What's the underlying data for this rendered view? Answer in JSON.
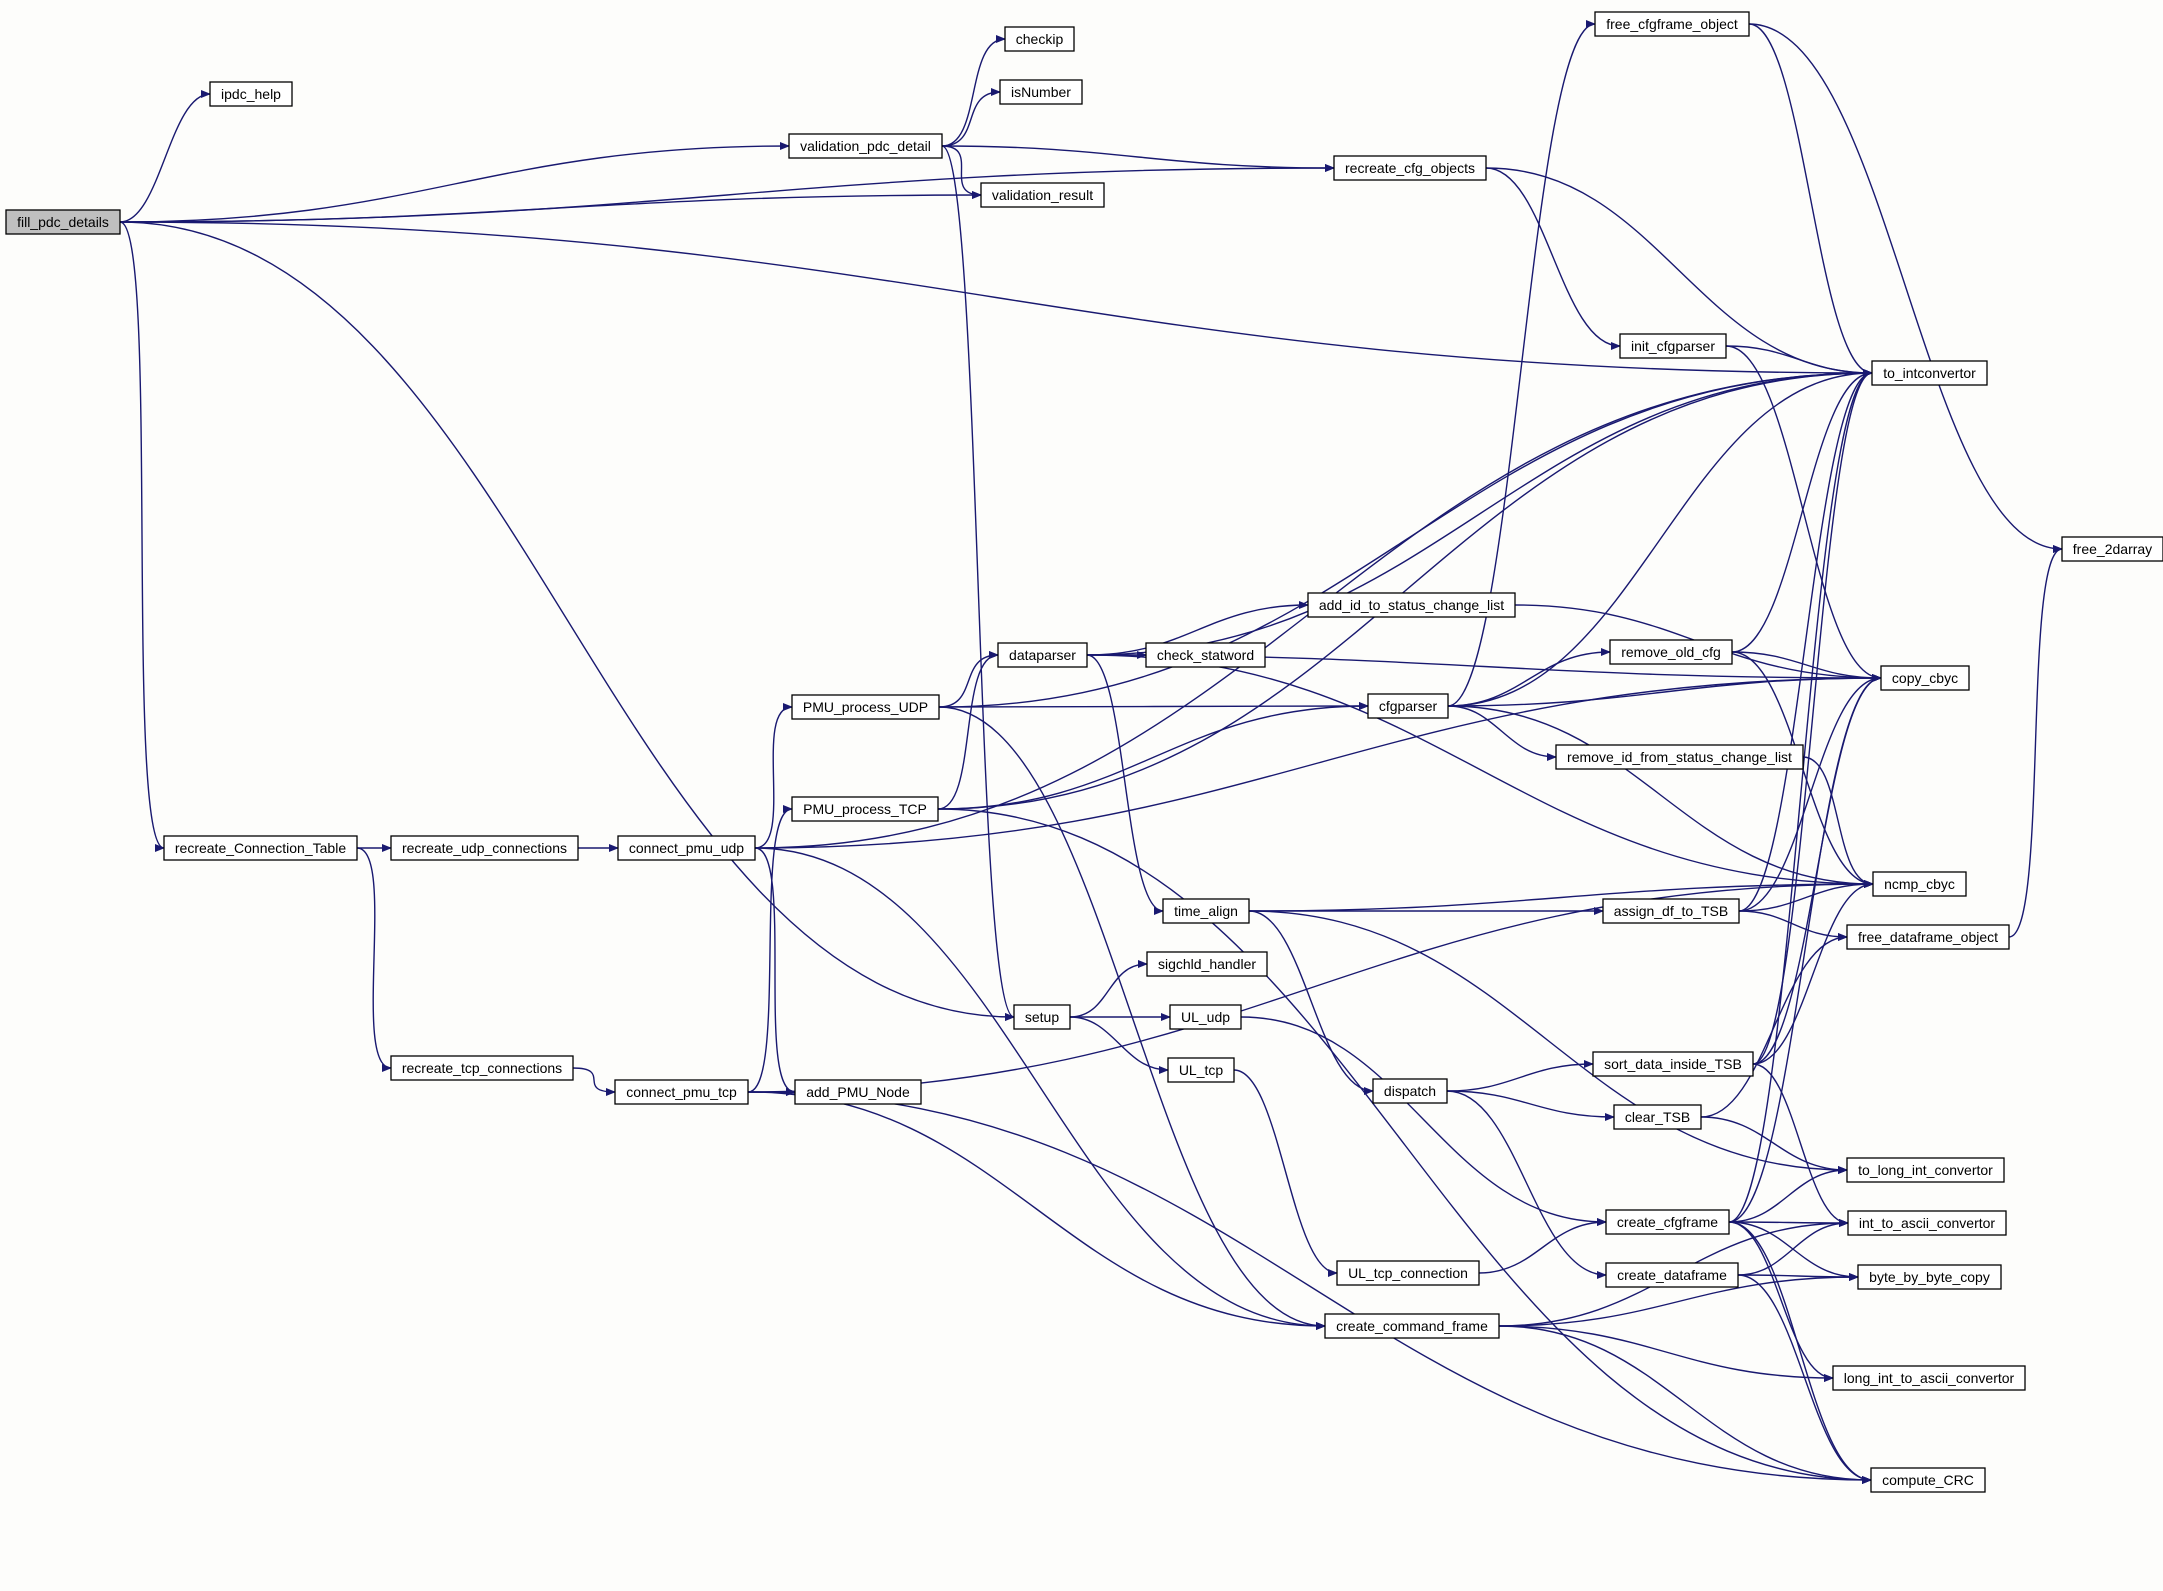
{
  "diagram": {
    "type": "call-graph",
    "colors": {
      "edge": "#191970",
      "node_fill": "#ffffff",
      "root_fill": "#bfbfbf",
      "node_border": "#000000",
      "background": "#fdfdfb"
    },
    "root": "fill_pdc_details",
    "nodes": [
      {
        "id": "fill_pdc_details",
        "label": "fill_pdc_details"
      },
      {
        "id": "ipdc_help",
        "label": "ipdc_help"
      },
      {
        "id": "validation_pdc_detail",
        "label": "validation_pdc_detail"
      },
      {
        "id": "checkip",
        "label": "checkip"
      },
      {
        "id": "isNumber",
        "label": "isNumber"
      },
      {
        "id": "validation_result",
        "label": "validation_result"
      },
      {
        "id": "recreate_cfg_objects",
        "label": "recreate_cfg_objects"
      },
      {
        "id": "free_cfgframe_object",
        "label": "free_cfgframe_object"
      },
      {
        "id": "init_cfgparser",
        "label": "init_cfgparser"
      },
      {
        "id": "to_intconvertor",
        "label": "to_intconvertor"
      },
      {
        "id": "free_2darray",
        "label": "free_2darray"
      },
      {
        "id": "add_id_to_status_change_list",
        "label": "add_id_to_status_change_list"
      },
      {
        "id": "dataparser",
        "label": "dataparser"
      },
      {
        "id": "check_statword",
        "label": "check_statword"
      },
      {
        "id": "remove_old_cfg",
        "label": "remove_old_cfg"
      },
      {
        "id": "copy_cbyc",
        "label": "copy_cbyc"
      },
      {
        "id": "PMU_process_UDP",
        "label": "PMU_process_UDP"
      },
      {
        "id": "cfgparser",
        "label": "cfgparser"
      },
      {
        "id": "remove_id_from_status_change_list",
        "label": "remove_id_from_status_change_list"
      },
      {
        "id": "PMU_process_TCP",
        "label": "PMU_process_TCP"
      },
      {
        "id": "recreate_Connection_Table",
        "label": "recreate_Connection_Table"
      },
      {
        "id": "recreate_udp_connections",
        "label": "recreate_udp_connections"
      },
      {
        "id": "connect_pmu_udp",
        "label": "connect_pmu_udp"
      },
      {
        "id": "ncmp_cbyc",
        "label": "ncmp_cbyc"
      },
      {
        "id": "time_align",
        "label": "time_align"
      },
      {
        "id": "assign_df_to_TSB",
        "label": "assign_df_to_TSB"
      },
      {
        "id": "free_dataframe_object",
        "label": "free_dataframe_object"
      },
      {
        "id": "sigchld_handler",
        "label": "sigchld_handler"
      },
      {
        "id": "setup",
        "label": "setup"
      },
      {
        "id": "UL_udp",
        "label": "UL_udp"
      },
      {
        "id": "UL_tcp",
        "label": "UL_tcp"
      },
      {
        "id": "sort_data_inside_TSB",
        "label": "sort_data_inside_TSB"
      },
      {
        "id": "recreate_tcp_connections",
        "label": "recreate_tcp_connections"
      },
      {
        "id": "connect_pmu_tcp",
        "label": "connect_pmu_tcp"
      },
      {
        "id": "add_PMU_Node",
        "label": "add_PMU_Node"
      },
      {
        "id": "dispatch",
        "label": "dispatch"
      },
      {
        "id": "clear_TSB",
        "label": "clear_TSB"
      },
      {
        "id": "to_long_int_convertor",
        "label": "to_long_int_convertor"
      },
      {
        "id": "create_cfgframe",
        "label": "create_cfgframe"
      },
      {
        "id": "int_to_ascii_convertor",
        "label": "int_to_ascii_convertor"
      },
      {
        "id": "UL_tcp_connection",
        "label": "UL_tcp_connection"
      },
      {
        "id": "create_dataframe",
        "label": "create_dataframe"
      },
      {
        "id": "byte_by_byte_copy",
        "label": "byte_by_byte_copy"
      },
      {
        "id": "create_command_frame",
        "label": "create_command_frame"
      },
      {
        "id": "long_int_to_ascii_convertor",
        "label": "long_int_to_ascii_convertor"
      },
      {
        "id": "compute_CRC",
        "label": "compute_CRC"
      }
    ],
    "edges": [
      [
        "fill_pdc_details",
        "ipdc_help"
      ],
      [
        "fill_pdc_details",
        "validation_pdc_detail"
      ],
      [
        "fill_pdc_details",
        "validation_result"
      ],
      [
        "fill_pdc_details",
        "recreate_cfg_objects"
      ],
      [
        "fill_pdc_details",
        "to_intconvertor"
      ],
      [
        "fill_pdc_details",
        "recreate_Connection_Table"
      ],
      [
        "fill_pdc_details",
        "setup"
      ],
      [
        "validation_pdc_detail",
        "checkip"
      ],
      [
        "validation_pdc_detail",
        "isNumber"
      ],
      [
        "validation_pdc_detail",
        "validation_result"
      ],
      [
        "validation_pdc_detail",
        "recreate_cfg_objects"
      ],
      [
        "validation_pdc_detail",
        "setup"
      ],
      [
        "recreate_cfg_objects",
        "to_intconvertor"
      ],
      [
        "recreate_cfg_objects",
        "init_cfgparser"
      ],
      [
        "free_cfgframe_object",
        "to_intconvertor"
      ],
      [
        "free_cfgframe_object",
        "free_2darray"
      ],
      [
        "init_cfgparser",
        "to_intconvertor"
      ],
      [
        "init_cfgparser",
        "copy_cbyc"
      ],
      [
        "recreate_Connection_Table",
        "recreate_udp_connections"
      ],
      [
        "recreate_Connection_Table",
        "recreate_tcp_connections"
      ],
      [
        "recreate_udp_connections",
        "connect_pmu_udp"
      ],
      [
        "recreate_tcp_connections",
        "connect_pmu_tcp"
      ],
      [
        "connect_pmu_udp",
        "to_intconvertor"
      ],
      [
        "connect_pmu_udp",
        "copy_cbyc"
      ],
      [
        "connect_pmu_udp",
        "PMU_process_UDP"
      ],
      [
        "connect_pmu_udp",
        "add_PMU_Node"
      ],
      [
        "connect_pmu_udp",
        "create_command_frame"
      ],
      [
        "connect_pmu_tcp",
        "PMU_process_TCP"
      ],
      [
        "connect_pmu_tcp",
        "add_PMU_Node"
      ],
      [
        "connect_pmu_tcp",
        "ncmp_cbyc"
      ],
      [
        "connect_pmu_tcp",
        "create_command_frame"
      ],
      [
        "connect_pmu_tcp",
        "compute_CRC"
      ],
      [
        "PMU_process_UDP",
        "to_intconvertor"
      ],
      [
        "PMU_process_UDP",
        "dataparser"
      ],
      [
        "PMU_process_UDP",
        "cfgparser"
      ],
      [
        "PMU_process_UDP",
        "create_command_frame"
      ],
      [
        "PMU_process_TCP",
        "to_intconvertor"
      ],
      [
        "PMU_process_TCP",
        "dataparser"
      ],
      [
        "PMU_process_TCP",
        "cfgparser"
      ],
      [
        "PMU_process_TCP",
        "compute_CRC"
      ],
      [
        "dataparser",
        "to_intconvertor"
      ],
      [
        "dataparser",
        "copy_cbyc"
      ],
      [
        "dataparser",
        "add_id_to_status_change_list"
      ],
      [
        "dataparser",
        "check_statword"
      ],
      [
        "dataparser",
        "ncmp_cbyc"
      ],
      [
        "dataparser",
        "time_align"
      ],
      [
        "add_id_to_status_change_list",
        "copy_cbyc"
      ],
      [
        "cfgparser",
        "free_cfgframe_object"
      ],
      [
        "cfgparser",
        "to_intconvertor"
      ],
      [
        "cfgparser",
        "remove_old_cfg"
      ],
      [
        "cfgparser",
        "copy_cbyc"
      ],
      [
        "cfgparser",
        "remove_id_from_status_change_list"
      ],
      [
        "cfgparser",
        "ncmp_cbyc"
      ],
      [
        "remove_old_cfg",
        "to_intconvertor"
      ],
      [
        "remove_old_cfg",
        "copy_cbyc"
      ],
      [
        "remove_old_cfg",
        "ncmp_cbyc"
      ],
      [
        "remove_id_from_status_change_list",
        "ncmp_cbyc"
      ],
      [
        "time_align",
        "assign_df_to_TSB"
      ],
      [
        "time_align",
        "ncmp_cbyc"
      ],
      [
        "time_align",
        "dispatch"
      ],
      [
        "time_align",
        "to_long_int_convertor"
      ],
      [
        "assign_df_to_TSB",
        "to_intconvertor"
      ],
      [
        "assign_df_to_TSB",
        "copy_cbyc"
      ],
      [
        "assign_df_to_TSB",
        "ncmp_cbyc"
      ],
      [
        "assign_df_to_TSB",
        "free_dataframe_object"
      ],
      [
        "free_dataframe_object",
        "free_2darray"
      ],
      [
        "setup",
        "sigchld_handler"
      ],
      [
        "setup",
        "UL_udp"
      ],
      [
        "setup",
        "UL_tcp"
      ],
      [
        "UL_udp",
        "create_cfgframe"
      ],
      [
        "UL_tcp",
        "UL_tcp_connection"
      ],
      [
        "UL_tcp_connection",
        "create_cfgframe"
      ],
      [
        "dispatch",
        "sort_data_inside_TSB"
      ],
      [
        "dispatch",
        "clear_TSB"
      ],
      [
        "dispatch",
        "create_dataframe"
      ],
      [
        "sort_data_inside_TSB",
        "to_intconvertor"
      ],
      [
        "sort_data_inside_TSB",
        "copy_cbyc"
      ],
      [
        "sort_data_inside_TSB",
        "ncmp_cbyc"
      ],
      [
        "sort_data_inside_TSB",
        "int_to_ascii_convertor"
      ],
      [
        "clear_TSB",
        "free_dataframe_object"
      ],
      [
        "clear_TSB",
        "to_long_int_convertor"
      ],
      [
        "create_cfgframe",
        "to_intconvertor"
      ],
      [
        "create_cfgframe",
        "copy_cbyc"
      ],
      [
        "create_cfgframe",
        "to_long_int_convertor"
      ],
      [
        "create_cfgframe",
        "int_to_ascii_convertor"
      ],
      [
        "create_cfgframe",
        "byte_by_byte_copy"
      ],
      [
        "create_cfgframe",
        "long_int_to_ascii_convertor"
      ],
      [
        "create_cfgframe",
        "compute_CRC"
      ],
      [
        "create_dataframe",
        "int_to_ascii_convertor"
      ],
      [
        "create_dataframe",
        "byte_by_byte_copy"
      ],
      [
        "create_dataframe",
        "compute_CRC"
      ],
      [
        "create_command_frame",
        "int_to_ascii_convertor"
      ],
      [
        "create_command_frame",
        "byte_by_byte_copy"
      ],
      [
        "create_command_frame",
        "long_int_to_ascii_convertor"
      ],
      [
        "create_command_frame",
        "compute_CRC"
      ]
    ]
  }
}
